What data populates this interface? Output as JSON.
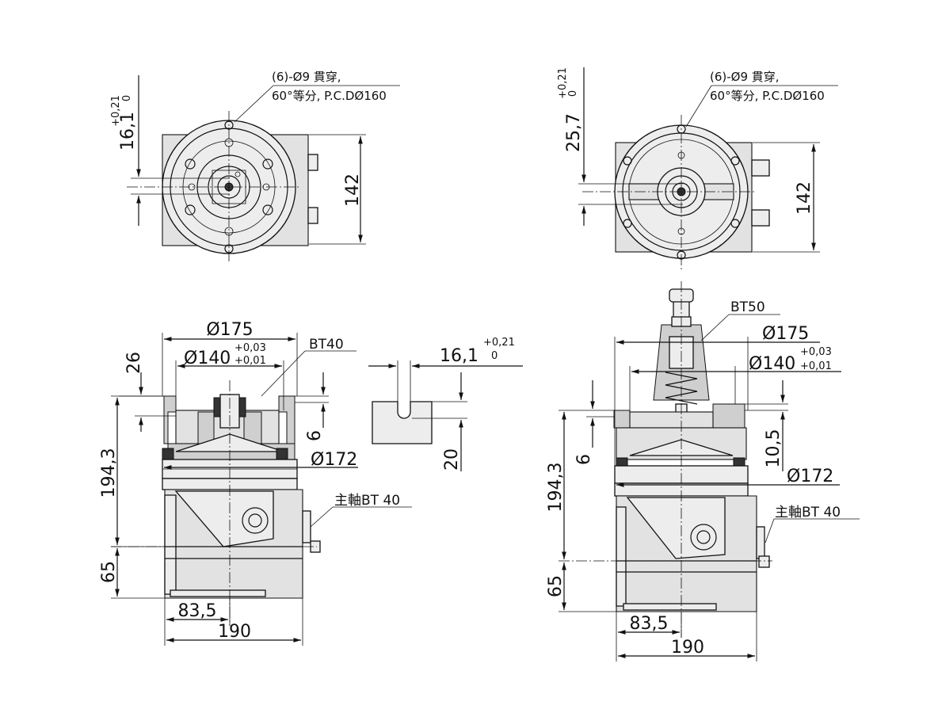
{
  "views": {
    "top_left": {
      "note_line1": "(6)-Ø9 貫穿,",
      "note_line2": "60°等分, P.C.DØ160",
      "dim_offset": "16,1",
      "dim_offset_tol_upper": "+0,21",
      "dim_offset_tol_lower": "0",
      "dim_height": "142"
    },
    "top_right": {
      "note_line1": "(6)-Ø9 貫穿,",
      "note_line2": "60°等分, P.C.DØ160",
      "dim_offset": "25,7",
      "dim_offset_tol_upper": "+0,21",
      "dim_offset_tol_lower": "0",
      "dim_height": "142"
    },
    "front_left": {
      "dia_outer": "Ø175",
      "dia_inner": "Ø140",
      "dia_inner_tol_upper": "+0,03",
      "dia_inner_tol_lower": "+0,01",
      "tool_label": "BT40",
      "dim_26": "26",
      "dim_6": "6",
      "dia_flange": "Ø172",
      "dim_total_height": "194,3",
      "dim_65": "65",
      "spindle_label": "主軸BT 40",
      "dim_83": "83,5",
      "dim_190": "190"
    },
    "key_detail": {
      "dim_width": "16,1",
      "dim_width_tol_upper": "+0,21",
      "dim_width_tol_lower": "0",
      "dim_20": "20"
    },
    "front_right": {
      "tool_label": "BT50",
      "dia_outer": "Ø175",
      "dia_inner": "Ø140",
      "dia_inner_tol_upper": "+0,03",
      "dia_inner_tol_lower": "+0,01",
      "dim_6": "6",
      "dim_10": "10,5",
      "dia_flange": "Ø172",
      "dim_total_height": "194,3",
      "dim_65": "65",
      "spindle_label": "主軸BT 40",
      "dim_83": "83,5",
      "dim_190": "190"
    }
  }
}
